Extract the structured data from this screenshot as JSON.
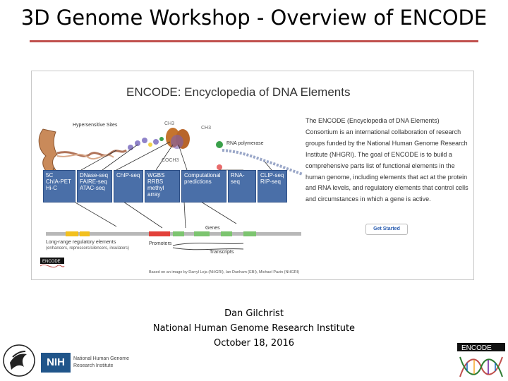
{
  "slide": {
    "title": "3D Genome Workshop - Overview of ENCODE"
  },
  "figure": {
    "heading": "ENCODE: Encyclopedia of DNA Elements",
    "labels": {
      "hypersensitive": "Hypersensitive Sites",
      "ch3_a": "CH3",
      "ch3_b": "CH3",
      "coch3": "COCH3",
      "rnapol": "RNA polymerase",
      "genes": "Genes",
      "promoters": "Promoters",
      "transcripts": "Transcripts",
      "long_range": "Long-range regulatory elements",
      "long_range_sub": "(enhancers, repressors/silencers, insulators)",
      "credit": "Based on an image by Darryl Leja (NHGRI), Ian Dunham (EBI), Michael Pazin (NHGRI)",
      "mini_logo": "ENCODE"
    },
    "assay_boxes": [
      [
        "5C",
        "ChIA-PET",
        "Hi-C"
      ],
      [
        "DNase-seq",
        "FAIRE-seq",
        "ATAC-seq"
      ],
      [
        "ChIP-seq"
      ],
      [
        "WGBS",
        "RRBS",
        "methyl array"
      ],
      [
        "Computational",
        "predictions"
      ],
      [
        "RNA-seq"
      ],
      [
        "CLIP-seq",
        "RIP-seq"
      ]
    ],
    "description": "The ENCODE (Encyclopedia of DNA Elements) Consortium is an international collaboration of research groups funded by the National Human Genome Research Institute (NHGRI). The goal of ENCODE is to build a comprehensive parts list of functional elements in the human genome, including elements that act at the protein and RNA levels, and regulatory elements that control cells and circumstances in which a gene is active.",
    "get_started": "Get Started"
  },
  "presenter": {
    "name": "Dan Gilchrist",
    "org": "National Human Genome Research Institute",
    "date": "October 18, 2016"
  },
  "footer": {
    "nih_abbr": "NIH",
    "nih_line1": "National Human Genome",
    "nih_line2": "Research Institute",
    "encode_logo": "ENCODE"
  },
  "colors": {
    "title_rule": "#c0504d",
    "box_fill": "#4a6fa8",
    "nih_blue": "#20558a"
  }
}
